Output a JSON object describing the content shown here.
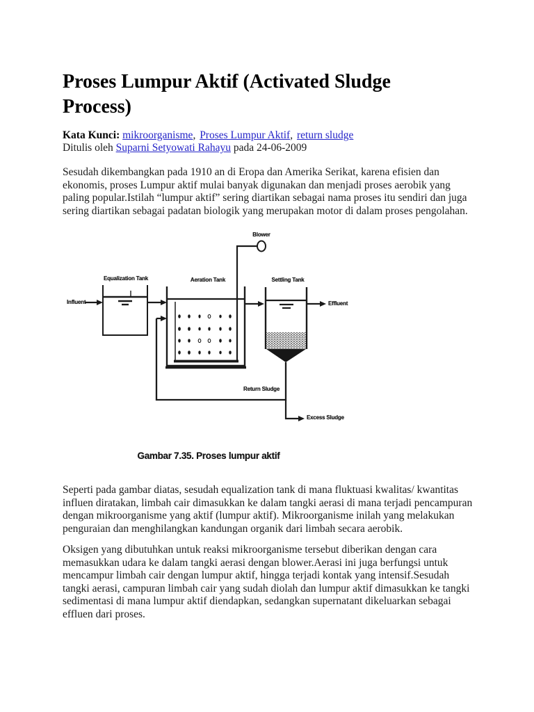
{
  "title": "Proses Lumpur Aktif (Activated Sludge Process)",
  "meta": {
    "keywords_label": "Kata Kunci:",
    "keywords": [
      "mikroorganisme",
      "Proses Lumpur Aktif",
      "return sludge"
    ],
    "separator": ",",
    "byline_prefix": "Ditulis oleh",
    "author": "Suparni Setyowati Rahayu",
    "byline_suffix": "pada 24-06-2009"
  },
  "paragraphs": [
    "Sesudah dikembangkan pada 1910 an di Eropa dan Amerika Serikat, karena efisien dan ekonomis, proses Lumpur aktif mulai banyak digunakan dan menjadi proses aerobik yang paling popular.Istilah “lumpur aktif” sering diartikan sebagai nama proses itu sendiri dan juga sering diartikan sebagai padatan biologik yang merupakan motor di dalam proses pengolahan.",
    "Seperti pada gambar diatas, sesudah equalization tank di mana fluktuasi kwalitas/ kwantitas influen diratakan, limbah cair dimasukkan ke dalam tangki aerasi di mana terjadi pencampuran dengan mikroorganisme yang aktif (lumpur aktif). Mikroorganisme inilah yang melakukan penguraian dan menghilangkan kandungan organik dari limbah secara aerobik.",
    "Oksigen yang dibutuhkan untuk reaksi mikroorganisme tersebut diberikan dengan cara memasukkan udara ke dalam tangki aerasi dengan blower.Aerasi ini juga berfungsi untuk mencampur limbah cair dengan lumpur aktif, hingga terjadi kontak yang intensif.Sesudah tangki aerasi, campuran limbah cair yang sudah diolah dan lumpur aktif dimasukkan ke tangki sedimentasi di mana lumpur aktif diendapkan, sedangkan supernatant dikeluarkan sebagai effluen dari proses."
  ],
  "figure": {
    "caption": "Gambar 7.35. Proses lumpur aktif",
    "labels": {
      "blower": "Blower",
      "equalization_tank": "Equalization Tank",
      "aeration_tank": "Aeration Tank",
      "settling_tank": "Settling Tank",
      "influent": "Influent",
      "effluent": "Effluent",
      "return_sludge": "Return Sludge",
      "excess_sludge": "Excess Sludge"
    }
  },
  "colors": {
    "link": "#2424c8",
    "text": "#1b1b1b",
    "diagram_ink": "#1a1a1a"
  }
}
